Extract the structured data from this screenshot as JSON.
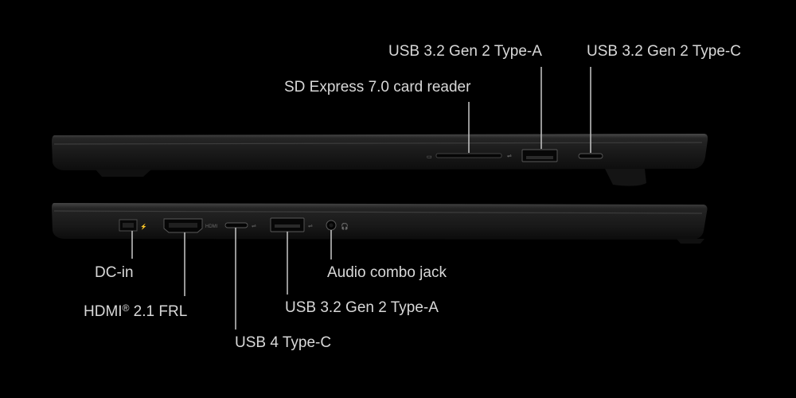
{
  "labels": {
    "usb32_typea_right": "USB 3.2 Gen 2 Type-A",
    "usb32_typec_right": "USB 3.2 Gen 2 Type-C",
    "sd_reader": "SD Express 7.0 card reader",
    "dc_in": "DC-in",
    "hdmi_prefix": "HDMI",
    "hdmi_reg": "®",
    "hdmi_suffix": " 2.1 FRL",
    "usb4_typec": "USB 4 Type-C",
    "usb32_typea_left": "USB 3.2 Gen 2 Type-A",
    "audio_jack": "Audio combo jack"
  },
  "colors": {
    "background": "#000000",
    "chassis": "#1c1c1c",
    "chassis_highlight": "#3a3a3a",
    "leader_line": "#bdbdbd",
    "label_text": "#d8d8d8"
  }
}
